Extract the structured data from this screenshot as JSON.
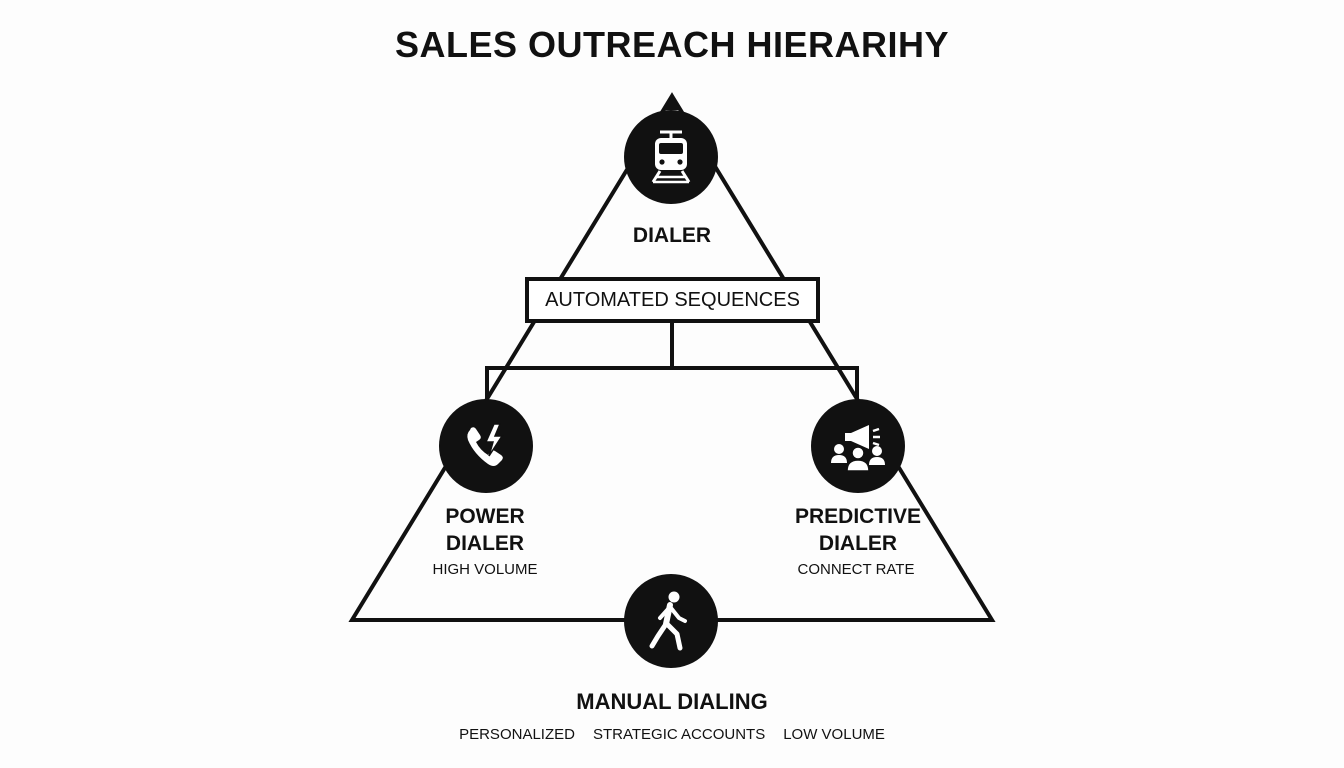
{
  "title": "SALES OUTREACH HIERARIHY",
  "top_node": {
    "label": "DIALER",
    "icon": "train-icon"
  },
  "middle_box": {
    "label": "AUTOMATED SEQUENCES"
  },
  "left_node": {
    "label_line1": "POWER",
    "label_line2": "DIALER",
    "sub": "HIGH VOLUME",
    "icon": "phone-lightning-icon"
  },
  "right_node": {
    "label_line1": "PREDICTIVE",
    "label_line2": "DIALER",
    "sub": "CONNECT RATE",
    "icon": "megaphone-group-icon"
  },
  "bottom_node": {
    "label": "MANUAL DIALING",
    "icon": "walking-person-icon",
    "tags": [
      "PERSONALIZED",
      "STRATEGIC ACCOUNTS",
      "LOW VOLUME"
    ]
  },
  "colors": {
    "ink": "#111111",
    "background": "#fdfdfd"
  }
}
